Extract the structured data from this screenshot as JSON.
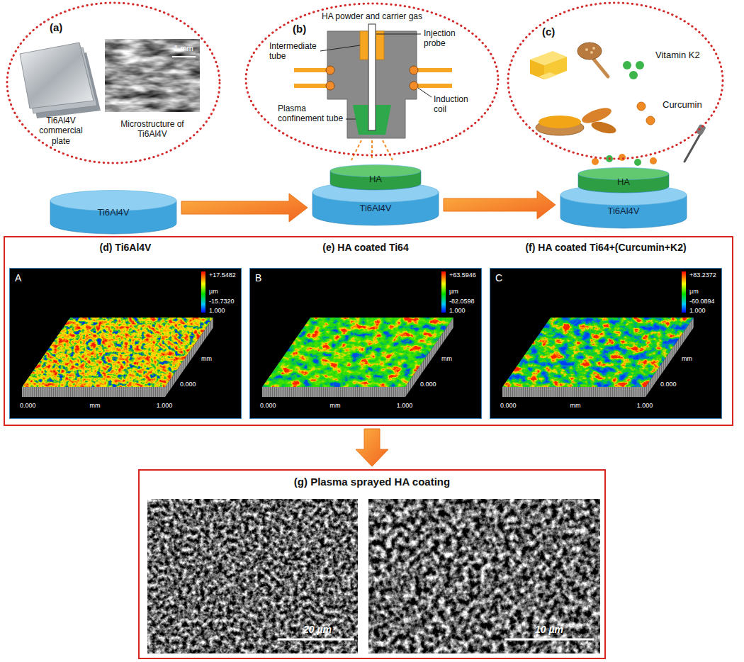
{
  "diagram": {
    "nodes": [
      {
        "text": [
          "(a)",
          "Ti6Al4V commercial plate",
          "Microstructure of Ti6Al4V",
          "1 mm"
        ]
      },
      {
        "text": [
          "(b)",
          "HA powder and carrier gas",
          "Injection probe",
          "Intermediate tube",
          "Induction coil",
          "Plasma confinement tube"
        ]
      },
      {
        "text": [
          "(c)",
          "Vitamin K2",
          "Curcumin"
        ]
      },
      {
        "text": [
          "Ti6Al4V"
        ]
      },
      {
        "text": [
          "HA"
        ]
      },
      {
        "text": [
          "Ti6Al4V"
        ]
      },
      {
        "text": [
          "HA"
        ]
      },
      {
        "text": [
          "Ti6Al4V"
        ]
      },
      {
        "text": [
          "(d) Ti6Al4V",
          "(e) HA coated Ti64",
          "(f) HA coated Ti64+(Curcumin+K2)"
        ]
      },
      {
        "text": [
          "A",
          "+17.5482",
          "µm",
          "-15.7320",
          "1.000",
          "0.000",
          "mm",
          "1.000",
          "mm",
          "0.000"
        ],
        "in": 8
      },
      {
        "text": [
          "B",
          "+63.5946",
          "µm",
          "-82.0598",
          "1.000",
          "0.000",
          "mm",
          "1.000",
          "mm",
          "0.000"
        ],
        "in": 8
      },
      {
        "text": [
          "C",
          "+83.2372",
          "µm",
          "-60.0894",
          "1.000",
          "0.000",
          "mm",
          "1.000",
          "mm",
          "0.000"
        ],
        "in": 8
      },
      {
        "text": [
          "(g) Plasma sprayed HA coating"
        ]
      },
      {
        "text": [
          "20 µm"
        ],
        "in": 12
      },
      {
        "text": [
          "10 µm"
        ],
        "in": 12
      }
    ],
    "edges": [
      {
        "from": 3,
        "to": 5,
        "arrow": "to"
      },
      {
        "from": 5,
        "to": 7,
        "arrow": "to"
      },
      {
        "from": 8,
        "to": 12,
        "arrow": "to"
      }
    ]
  }
}
